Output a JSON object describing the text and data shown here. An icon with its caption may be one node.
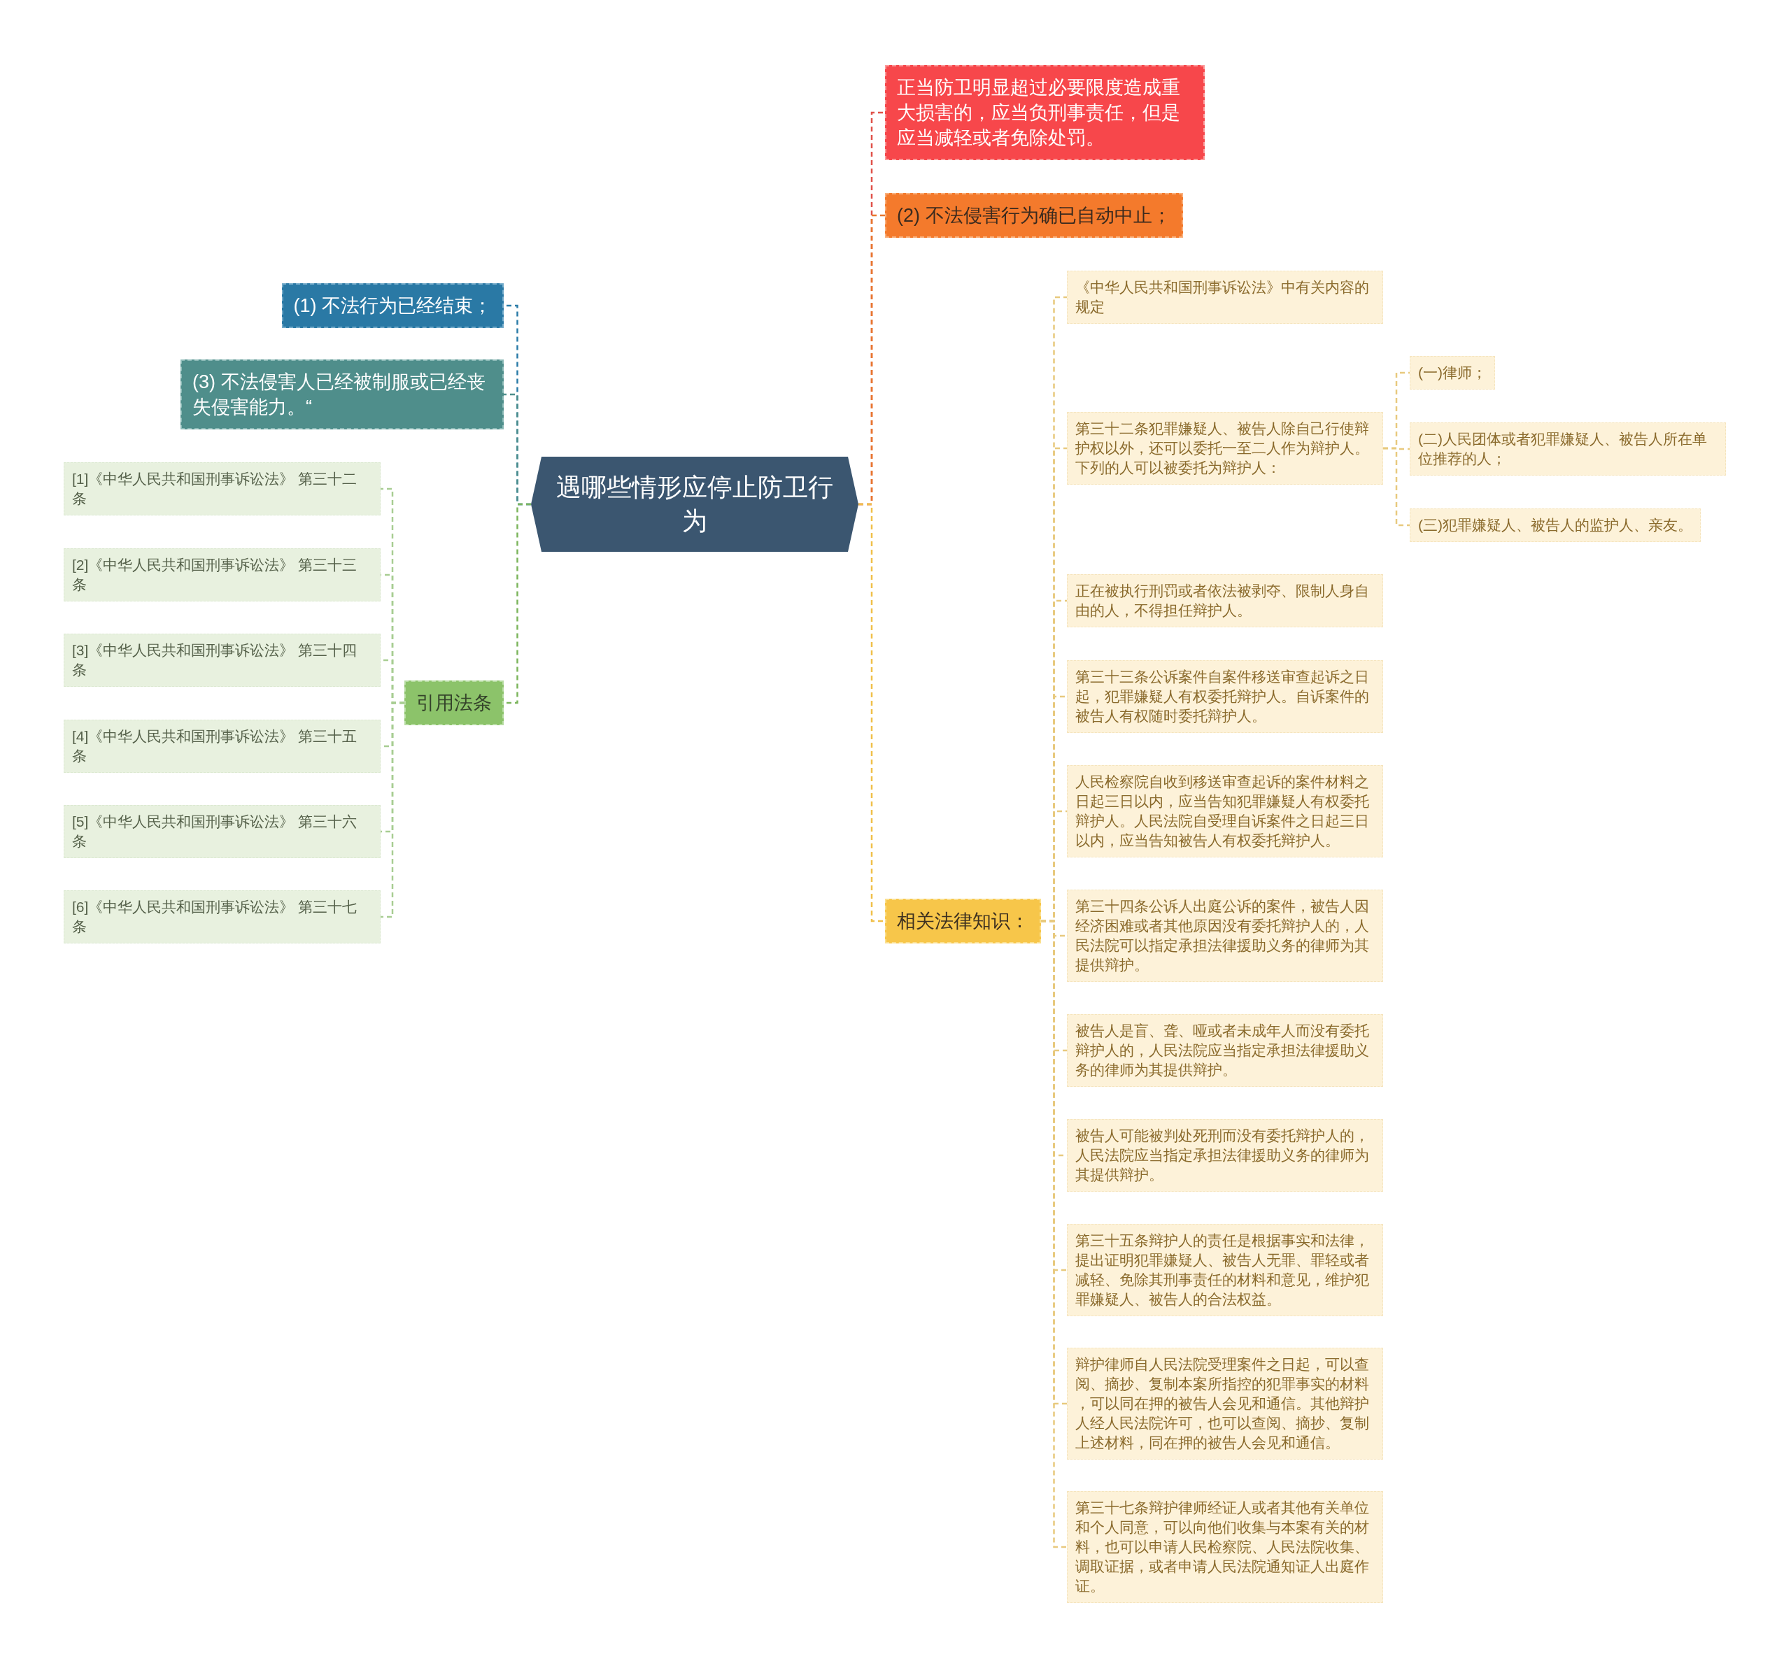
{
  "diagram": {
    "nodes": [
      {
        "text": [
          "遇哪些情形应停止防卫行为"
        ]
      },
      {
        "text": [
          "正当防卫明显超过必要限度造成重大损害的，应当负刑事责任，但是应当减轻或者免除处罚。"
        ]
      },
      {
        "text": [
          "(2) 不法侵害行为确已自动中止；"
        ]
      },
      {
        "text": [
          "(1) 不法行为已经结束；"
        ]
      },
      {
        "text": [
          "(3) 不法侵害人已经被制服或已经丧失侵害能力。“"
        ]
      },
      {
        "text": [
          "引用法条"
        ]
      },
      {
        "text": [
          "[1]《中华人民共和国刑事诉讼法》 第三十二条"
        ]
      },
      {
        "text": [
          "[2]《中华人民共和国刑事诉讼法》 第三十三条"
        ]
      },
      {
        "text": [
          "[3]《中华人民共和国刑事诉讼法》 第三十四条"
        ]
      },
      {
        "text": [
          "[4]《中华人民共和国刑事诉讼法》 第三十五条"
        ]
      },
      {
        "text": [
          "[5]《中华人民共和国刑事诉讼法》 第三十六条"
        ]
      },
      {
        "text": [
          "[6]《中华人民共和国刑事诉讼法》 第三十七条"
        ]
      },
      {
        "text": [
          "相关法律知识："
        ]
      },
      {
        "text": [
          "《中华人民共和国刑事诉讼法》中有关内容的规定"
        ]
      },
      {
        "text": [
          "第三十二条犯罪嫌疑人、被告人除自己行使辩护权以外，还可以委托一至二人作为辩护人。下列的人可以被委托为辩护人："
        ]
      },
      {
        "text": [
          "(一)律师；"
        ]
      },
      {
        "text": [
          "(二)人民团体或者犯罪嫌疑人、被告人所在单位推荐的人；"
        ]
      },
      {
        "text": [
          "(三)犯罪嫌疑人、被告人的监护人、亲友。"
        ]
      },
      {
        "text": [
          "正在被执行刑罚或者依法被剥夺、限制人身自由的人，不得担任辩护人。"
        ]
      },
      {
        "text": [
          "第三十三条公诉案件自案件移送审查起诉之日起，犯罪嫌疑人有权委托辩护人。自诉案件的被告人有权随时委托辩护人。"
        ]
      },
      {
        "text": [
          "人民检察院自收到移送审查起诉的案件材料之日起三日以内，应当告知犯罪嫌疑人有权委托辩护人。人民法院自受理自诉案件之日起三日以内，应当告知被告人有权委托辩护人。"
        ]
      },
      {
        "text": [
          "第三十四条公诉人出庭公诉的案件，被告人因经济困难或者其他原因没有委托辩护人的，人民法院可以指定承担法律援助义务的律师为其提供辩护。"
        ]
      },
      {
        "text": [
          "被告人是盲、聋、哑或者未成年人而没有委托辩护人的，人民法院应当指定承担法律援助义务的律师为其提供辩护。"
        ]
      },
      {
        "text": [
          "被告人可能被判处死刑而没有委托辩护人的，人民法院应当指定承担法律援助义务的律师为其提供辩护。"
        ]
      },
      {
        "text": [
          "第三十五条辩护人的责任是根据事实和法律，提出证明犯罪嫌疑人、被告人无罪、罪轻或者减轻、免除其刑事责任的材料和意见，维护犯罪嫌疑人、被告人的合法权益。"
        ]
      },
      {
        "text": [
          "辩护律师自人民法院受理案件之日起，可以查阅、摘抄、复制本案所指控的犯罪事实的材料，可以同在押的被告人会见和通信。其他辩护人经人民法院许可，也可以查阅、摘抄、复制上述材料，同在押的被告人会见和通信。"
        ]
      },
      {
        "text": [
          "第三十七条辩护律师经证人或者其他有关单位和个人同意，可以向他们收集与本案有关的材料，也可以申请人民检察院、人民法院收集、调取证据，或者申请人民法院通知证人出庭作证。"
        ]
      }
    ],
    "edges": [
      {
        "from": 0,
        "to": 1,
        "arrow": "none",
        "color": "#e0524a"
      },
      {
        "from": 0,
        "to": 2,
        "arrow": "none",
        "color": "#e8772e"
      },
      {
        "from": 0,
        "to": 3,
        "arrow": "none",
        "color": "#2b7ca8"
      },
      {
        "from": 0,
        "to": 4,
        "arrow": "none",
        "color": "#4d8e8c"
      },
      {
        "from": 0,
        "to": 5,
        "arrow": "none",
        "color": "#7cb55c"
      },
      {
        "from": 0,
        "to": 12,
        "arrow": "none",
        "color": "#f0c04a"
      },
      {
        "from": 5,
        "to": 6,
        "arrow": "none",
        "color": "#a8cd92"
      },
      {
        "from": 5,
        "to": 7,
        "arrow": "none",
        "color": "#a8cd92"
      },
      {
        "from": 5,
        "to": 8,
        "arrow": "none",
        "color": "#a8cd92"
      },
      {
        "from": 5,
        "to": 9,
        "arrow": "none",
        "color": "#a8cd92"
      },
      {
        "from": 5,
        "to": 10,
        "arrow": "none",
        "color": "#a8cd92"
      },
      {
        "from": 5,
        "to": 11,
        "arrow": "none",
        "color": "#a8cd92"
      },
      {
        "from": 12,
        "to": 13,
        "arrow": "none"
      },
      {
        "from": 12,
        "to": 14,
        "arrow": "none"
      },
      {
        "from": 14,
        "to": 15,
        "arrow": "none"
      },
      {
        "from": 14,
        "to": 16,
        "arrow": "none"
      },
      {
        "from": 14,
        "to": 17,
        "arrow": "none"
      },
      {
        "from": 12,
        "to": 18,
        "arrow": "none"
      },
      {
        "from": 12,
        "to": 19,
        "arrow": "none"
      },
      {
        "from": 12,
        "to": 20,
        "arrow": "none"
      },
      {
        "from": 12,
        "to": 21,
        "arrow": "none"
      },
      {
        "from": 12,
        "to": 22,
        "arrow": "none"
      },
      {
        "from": 12,
        "to": 23,
        "arrow": "none"
      },
      {
        "from": 12,
        "to": 24,
        "arrow": "none"
      },
      {
        "from": 12,
        "to": 25,
        "arrow": "none"
      },
      {
        "from": 12,
        "to": 26,
        "arrow": "none"
      }
    ]
  }
}
